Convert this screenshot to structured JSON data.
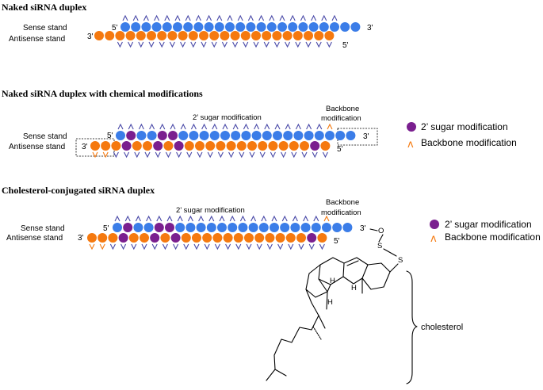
{
  "colors": {
    "sense": "#3b7de8",
    "antisense": "#f5790f",
    "sugar": "#7a1f8f",
    "backbone_mark": "#f5790f",
    "backbone_sense": "#4a4aa8",
    "backbone_antisense": "#4a4aa8"
  },
  "panels": [
    {
      "title": "Naked siRNA duplex",
      "sense_label": "Sense stand",
      "antisense_label": "Antisense stand",
      "sense_5": "5'",
      "sense_3": "3'",
      "antisense_3": "3'",
      "antisense_5": "5'"
    },
    {
      "title": "Naked siRNA duplex with chemical modifications",
      "sense_label": "Sense stand",
      "antisense_label": "Antisense stand",
      "sense_5": "5'",
      "sense_3": "3'",
      "antisense_3": "3'",
      "antisense_5": "5'",
      "sugar_annotation": "2’ sugar modification",
      "backbone_annotation_line1": "Backbone",
      "backbone_annotation_line2": "modification"
    },
    {
      "title": "Cholesterol-conjugated siRNA duplex",
      "sense_label": "Sense stand",
      "antisense_label": "Antisense stand",
      "sense_5": "5'",
      "sense_3": "3'",
      "antisense_3": "3'",
      "antisense_5": "5'",
      "sugar_annotation": "2’ sugar modification",
      "backbone_annotation_line1": "Backbone",
      "backbone_annotation_line2": "modification",
      "linker_o": "O",
      "linker_s1": "S",
      "linker_s2": "S",
      "stereo_h": "H",
      "cholesterol_label": "cholesterol"
    }
  ],
  "legend": {
    "sugar": "2’ sugar modification",
    "backbone": "Backbone modification"
  }
}
